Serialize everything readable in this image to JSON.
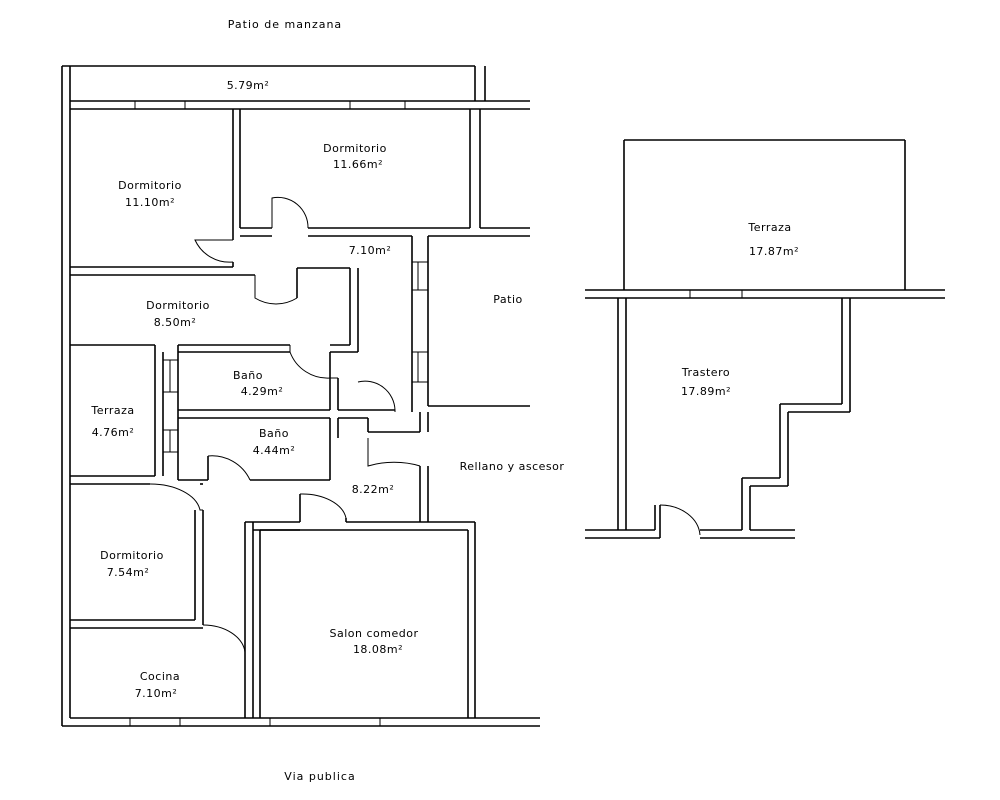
{
  "surroundings": {
    "top": "Patio de manzana",
    "bottom": "Via publica",
    "patio": "Patio",
    "landing": "Rellano y ascesor"
  },
  "rooms": [
    {
      "id": "balcony",
      "name": "",
      "area": "5.79m²"
    },
    {
      "id": "bed1",
      "name": "Dormitorio",
      "area": "11.10m²"
    },
    {
      "id": "bed2",
      "name": "Dormitorio",
      "area": "11.66m²"
    },
    {
      "id": "hall",
      "name": "",
      "area": "7.10m²"
    },
    {
      "id": "bed3",
      "name": "Dormitorio",
      "area": "8.50m²"
    },
    {
      "id": "bath1",
      "name": "Baño",
      "area": "4.29m²"
    },
    {
      "id": "terrace",
      "name": "Terraza",
      "area": "4.76m²"
    },
    {
      "id": "bath2",
      "name": "Baño",
      "area": "4.44m²"
    },
    {
      "id": "corridor",
      "name": "",
      "area": "8.22m²"
    },
    {
      "id": "bed4",
      "name": "Dormitorio",
      "area": "7.54m²"
    },
    {
      "id": "living",
      "name": "Salon comedor",
      "area": "18.08m²"
    },
    {
      "id": "kitchen",
      "name": "Cocina",
      "area": "7.10m²"
    }
  ],
  "annex": [
    {
      "id": "annex_terrace",
      "name": "Terraza",
      "area": "17.87m²"
    },
    {
      "id": "storage",
      "name": "Trastero",
      "area": "17.89m²"
    }
  ]
}
